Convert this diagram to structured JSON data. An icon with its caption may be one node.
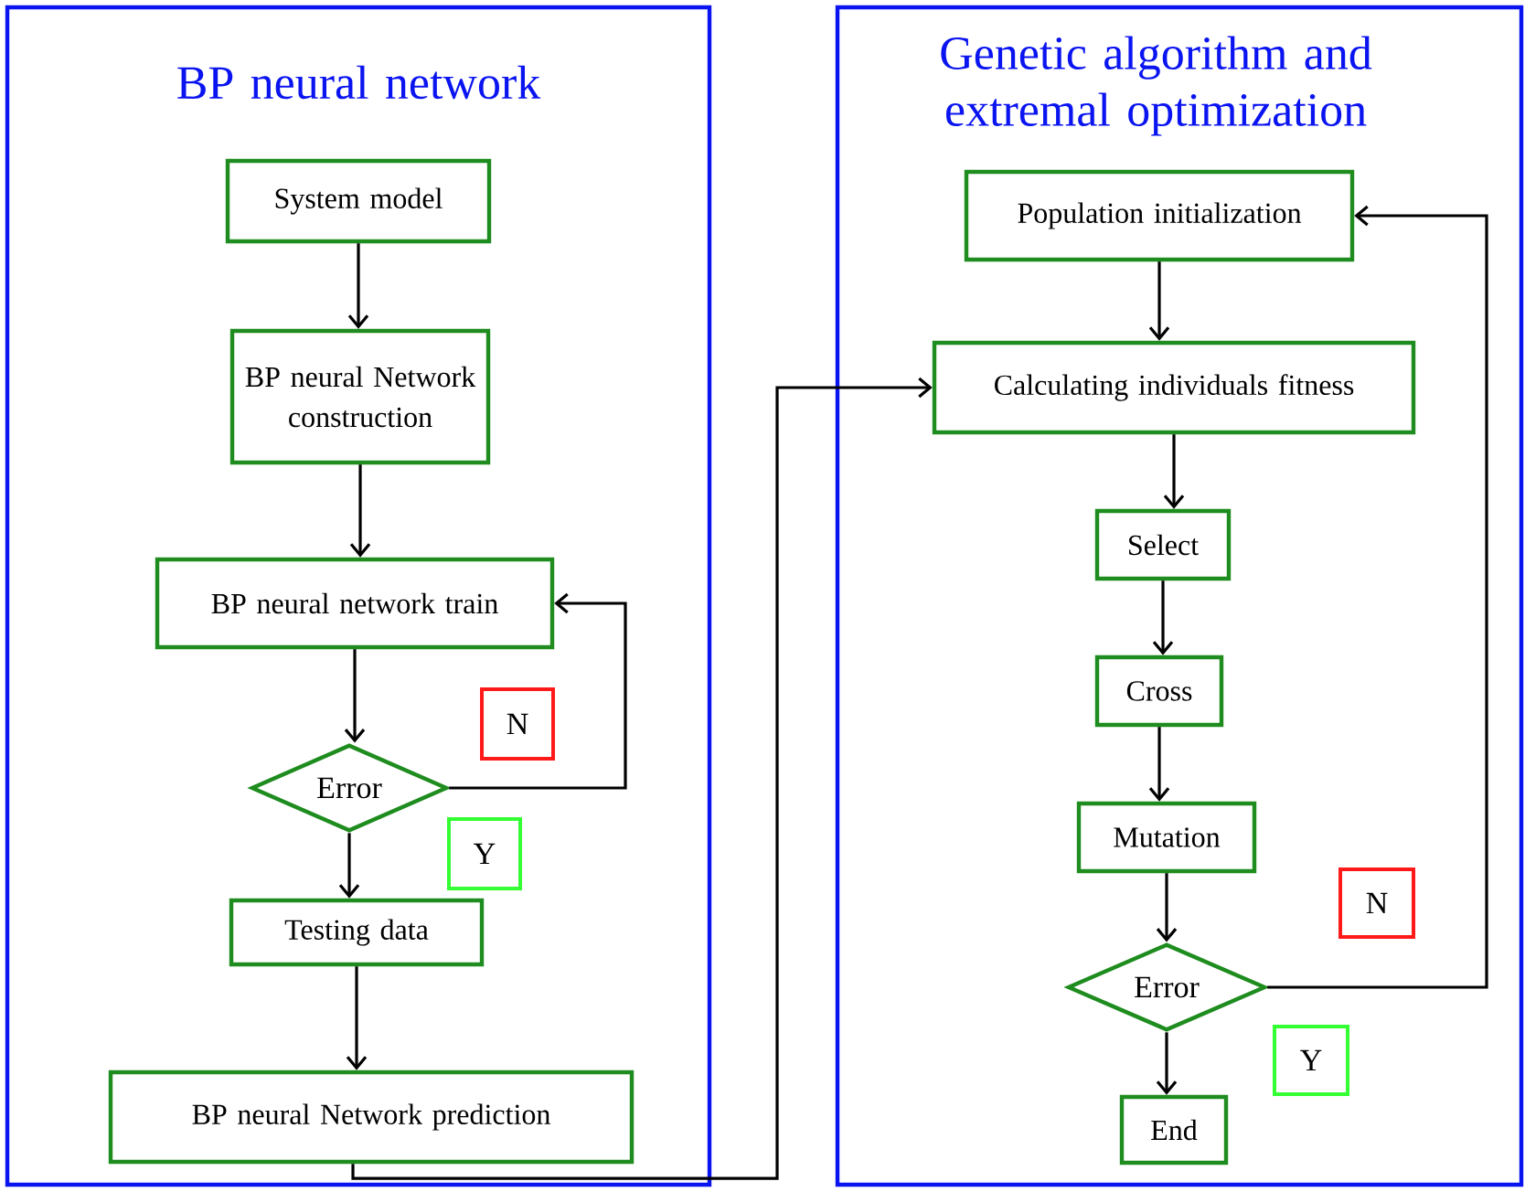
{
  "diagram": {
    "nodes": [
      {
        "text": [
          "BP neural network"
        ]
      },
      {
        "text": [
          "System model"
        ],
        "in": 0
      },
      {
        "text": [
          "BP neural Network construction"
        ],
        "in": 0
      },
      {
        "text": [
          "BP neural network train"
        ],
        "in": 0
      },
      {
        "text": [
          "Error"
        ],
        "in": 0
      },
      {
        "text": [
          "Testing data"
        ],
        "in": 0
      },
      {
        "text": [
          "BP neural Network prediction"
        ],
        "in": 0
      },
      {
        "text": [
          "N"
        ],
        "in": 0
      },
      {
        "text": [
          "Y"
        ],
        "in": 0
      },
      {
        "text": [
          "Genetic algorithm and extremal optimization"
        ]
      },
      {
        "text": [
          "Population initialization"
        ],
        "in": 9
      },
      {
        "text": [
          "Calculating individuals fitness"
        ],
        "in": 9
      },
      {
        "text": [
          "Select"
        ],
        "in": 9
      },
      {
        "text": [
          "Cross"
        ],
        "in": 9
      },
      {
        "text": [
          "Mutation"
        ],
        "in": 9
      },
      {
        "text": [
          "Error"
        ],
        "in": 9
      },
      {
        "text": [
          "End"
        ],
        "in": 9
      },
      {
        "text": [
          "N"
        ],
        "in": 9
      },
      {
        "text": [
          "Y"
        ],
        "in": 9
      }
    ],
    "edges": [
      {
        "from": 1,
        "to": 2,
        "arrow": "to"
      },
      {
        "from": 2,
        "to": 3,
        "arrow": "to"
      },
      {
        "from": 3,
        "to": 4,
        "arrow": "to"
      },
      {
        "from": 4,
        "to": 3,
        "arrow": "to"
      },
      {
        "from": 4,
        "to": 5,
        "arrow": "to"
      },
      {
        "from": 5,
        "to": 6,
        "arrow": "to"
      },
      {
        "from": 6,
        "to": 11,
        "arrow": "to"
      },
      {
        "from": 10,
        "to": 11,
        "arrow": "to"
      },
      {
        "from": 11,
        "to": 12,
        "arrow": "to"
      },
      {
        "from": 12,
        "to": 13,
        "arrow": "to"
      },
      {
        "from": 13,
        "to": 14,
        "arrow": "to"
      },
      {
        "from": 14,
        "to": 15,
        "arrow": "to"
      },
      {
        "from": 15,
        "to": 10,
        "arrow": "to"
      },
      {
        "from": 15,
        "to": 16,
        "arrow": "to"
      }
    ]
  }
}
